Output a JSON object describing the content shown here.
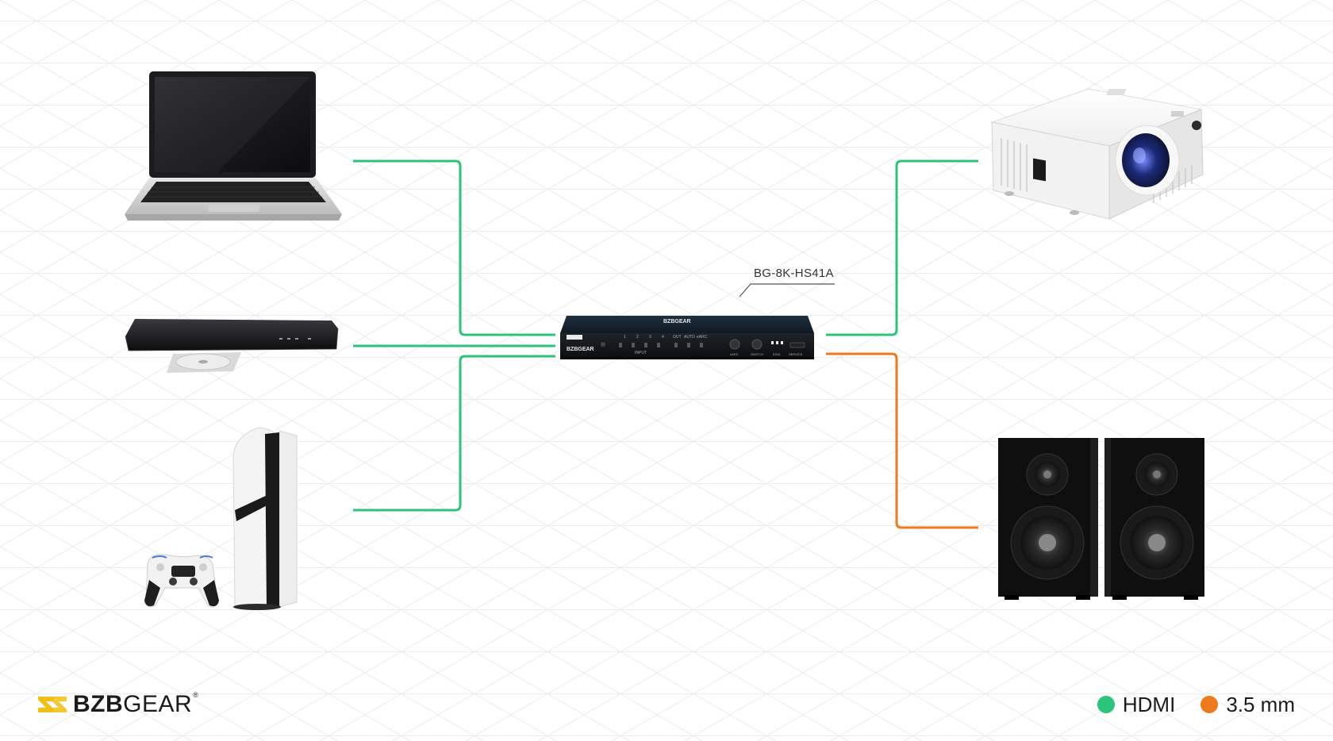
{
  "switcher": {
    "model": "BG-8K-HS41A",
    "front_panel": {
      "brand": "BZBGEAR",
      "input_label": "INPUT",
      "buttons": [
        "1",
        "2",
        "3",
        "4"
      ],
      "mode_labels": [
        "OUT",
        "AUTO",
        "eARC"
      ],
      "port_labels": [
        "eARC",
        "SWITCH",
        "EDID",
        "SERVICE"
      ]
    }
  },
  "sources": [
    {
      "id": "laptop",
      "icon": "laptop-icon"
    },
    {
      "id": "bluray",
      "icon": "bluray-player-icon"
    },
    {
      "id": "console",
      "icon": "game-console-icon"
    }
  ],
  "outputs": [
    {
      "id": "projector",
      "icon": "projector-icon",
      "cable": "HDMI"
    },
    {
      "id": "speakers",
      "icon": "speakers-icon",
      "cable": "3.5 mm"
    }
  ],
  "legend": {
    "items": [
      {
        "label": "HDMI",
        "color": "#2bc47a"
      },
      {
        "label": "3.5 mm",
        "color": "#ee7a1c"
      }
    ]
  },
  "brand": {
    "name_bold": "BZB",
    "name_regular": "GEAR",
    "registered": "®",
    "accent": "#f2c012"
  },
  "colors": {
    "hdmi": "#2bc47a",
    "audio": "#ee7a1c",
    "grid": "#ececec"
  }
}
